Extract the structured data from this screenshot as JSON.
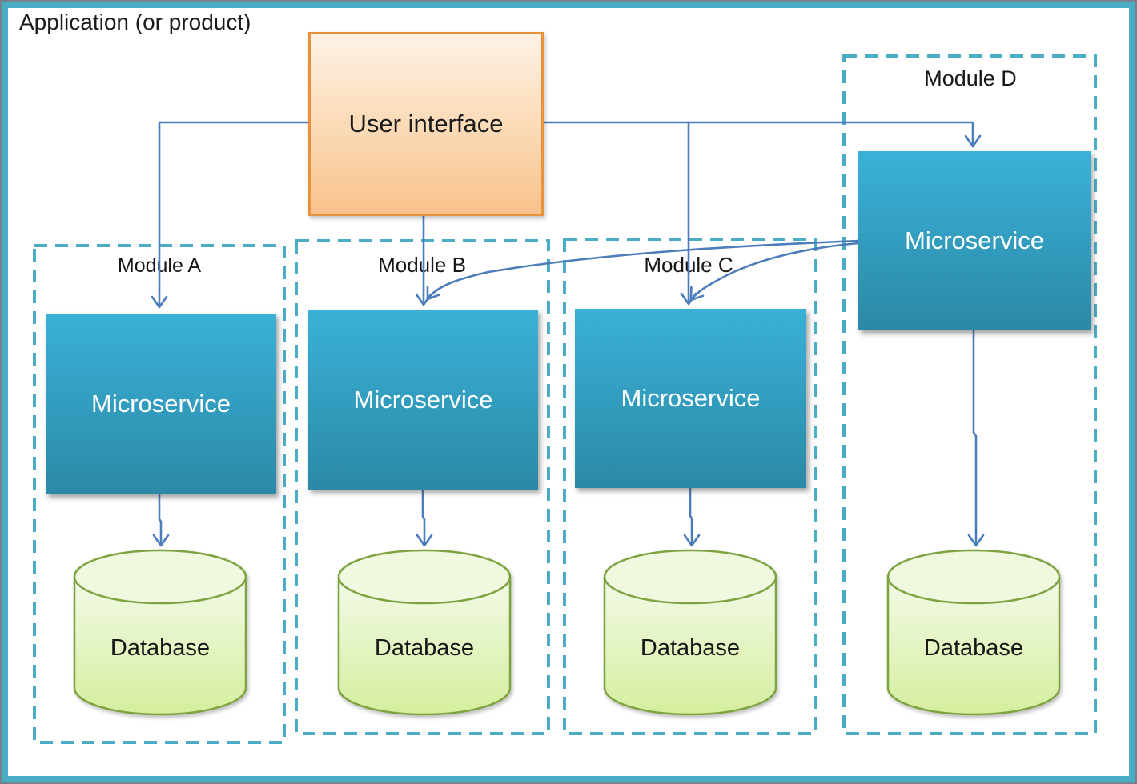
{
  "slide": {
    "title": "Application (or product)"
  },
  "ui": {
    "label": "User interface"
  },
  "modules": [
    {
      "name": "Module A",
      "microservice": "Microservice",
      "database": "Database"
    },
    {
      "name": "Module B",
      "microservice": "Microservice",
      "database": "Database"
    },
    {
      "name": "Module C",
      "microservice": "Microservice",
      "database": "Database"
    },
    {
      "name": "Module D",
      "microservice": "Microservice",
      "database": "Database"
    }
  ],
  "colors": {
    "frame_teal": "#4aacc5",
    "frame_outer_gray": "#74828e",
    "module_dashed_teal": "#4aacc5",
    "connector_blue": "#4c7cba",
    "microservice_gradient_top": "#3ab1d8",
    "microservice_gradient_bottom": "#2b89a6",
    "ui_border_orange": "#e8923d",
    "ui_fill_top": "#fdf2e4",
    "ui_fill_bottom": "#f8c28c",
    "database_outline_green": "#7da33f",
    "database_fill_top": "#f3fae8",
    "database_fill_bottom": "#d8efa3"
  }
}
